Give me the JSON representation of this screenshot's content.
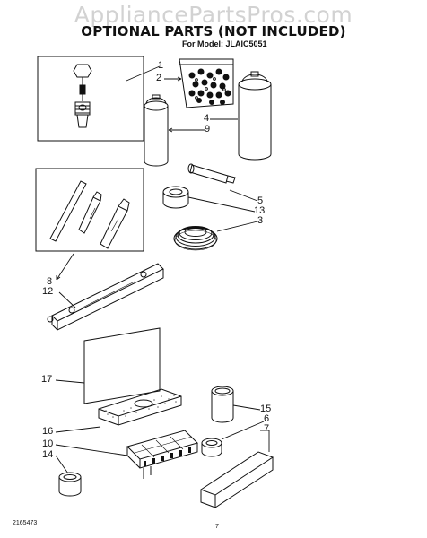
{
  "header": {
    "watermark": "AppliancePartsPros.com",
    "title": "OPTIONAL PARTS (NOT INCLUDED)",
    "model_line": "For Model: JLAIC5051"
  },
  "callouts": [
    "1",
    "2",
    "4",
    "9",
    "5",
    "13",
    "3",
    "8",
    "12",
    "17",
    "15",
    "6",
    "7",
    "16",
    "10",
    "14"
  ],
  "footer": {
    "doc_number": "2165473",
    "page_number": "7"
  }
}
